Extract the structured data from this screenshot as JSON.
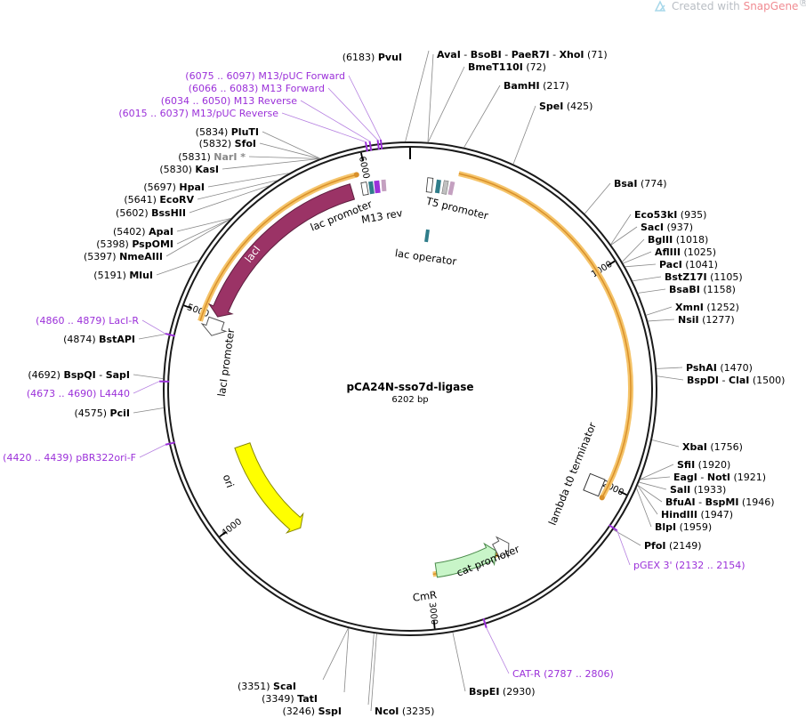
{
  "watermark": {
    "prefix": "Created with ",
    "brand": "SnapGene",
    "mark": "®",
    "icon": "snapgene-logo-icon"
  },
  "plasmid": {
    "name": "pCA24N-sso7d-ligase",
    "size_label": "6202 bp",
    "length": 6202
  },
  "ticks": [
    {
      "pos": 1000,
      "label": "1000"
    },
    {
      "pos": 2000,
      "label": "2000"
    },
    {
      "pos": 3000,
      "label": "3000"
    },
    {
      "pos": 4000,
      "label": "4000"
    },
    {
      "pos": 5000,
      "label": "5000"
    },
    {
      "pos": 6000,
      "label": "6000"
    }
  ],
  "sites_right": [
    {
      "names": [
        "AvaI",
        "BsoBI",
        "PaeR7I",
        "XhoI"
      ],
      "pos": "(71)",
      "bp": 71
    },
    {
      "names": [
        "BmeT110I"
      ],
      "pos": "(72)",
      "bp": 72
    },
    {
      "names": [
        "BamHI"
      ],
      "pos": "(217)",
      "bp": 217
    },
    {
      "names": [
        "SpeI"
      ],
      "pos": "(425)",
      "bp": 425
    },
    {
      "names": [
        "BsaI"
      ],
      "pos": "(774)",
      "bp": 774
    },
    {
      "names": [
        "Eco53kI"
      ],
      "pos": "(935)",
      "bp": 935
    },
    {
      "names": [
        "SacI"
      ],
      "pos": "(937)",
      "bp": 937
    },
    {
      "names": [
        "BglII"
      ],
      "pos": "(1018)",
      "bp": 1018
    },
    {
      "names": [
        "AflIII"
      ],
      "pos": "(1025)",
      "bp": 1025
    },
    {
      "names": [
        "PacI"
      ],
      "pos": "(1041)",
      "bp": 1041
    },
    {
      "names": [
        "BstZ17I"
      ],
      "pos": "(1105)",
      "bp": 1105
    },
    {
      "names": [
        "BsaBI"
      ],
      "pos": "(1158)",
      "bp": 1158
    },
    {
      "names": [
        "XmnI"
      ],
      "pos": "(1252)",
      "bp": 1252
    },
    {
      "names": [
        "NsiI"
      ],
      "pos": "(1277)",
      "bp": 1277
    },
    {
      "names": [
        "PshAI"
      ],
      "pos": "(1470)",
      "bp": 1470
    },
    {
      "names": [
        "BspDI",
        "ClaI"
      ],
      "pos": "(1500)",
      "bp": 1500
    },
    {
      "names": [
        "XbaI"
      ],
      "pos": "(1756)",
      "bp": 1756
    },
    {
      "names": [
        "SfiI"
      ],
      "pos": "(1920)",
      "bp": 1920
    },
    {
      "names": [
        "EagI",
        "NotI"
      ],
      "pos": "(1921)",
      "bp": 1921
    },
    {
      "names": [
        "SalI"
      ],
      "pos": "(1933)",
      "bp": 1933
    },
    {
      "names": [
        "BfuAI",
        "BspMI"
      ],
      "pos": "(1946)",
      "bp": 1946
    },
    {
      "names": [
        "HindIII"
      ],
      "pos": "(1947)",
      "bp": 1947
    },
    {
      "names": [
        "BlpI"
      ],
      "pos": "(1959)",
      "bp": 1959
    },
    {
      "names": [
        "PfoI"
      ],
      "pos": "(2149)",
      "bp": 2149
    },
    {
      "names": [
        "BspEI"
      ],
      "pos": "(2930)",
      "bp": 2930
    },
    {
      "names": [
        "NcoI"
      ],
      "pos": "(3235)",
      "bp": 3235
    }
  ],
  "sites_left": [
    {
      "names": [
        "PvuI"
      ],
      "pos": "(6183)",
      "bp": 6183
    },
    {
      "names": [
        "PluTI"
      ],
      "pos": "(5834)",
      "bp": 5834
    },
    {
      "names": [
        "SfoI"
      ],
      "pos": "(5832)",
      "bp": 5832
    },
    {
      "names": [
        "NarI *"
      ],
      "pos": "(5831)",
      "bp": 5831,
      "muted": true
    },
    {
      "names": [
        "KasI"
      ],
      "pos": "(5830)",
      "bp": 5830
    },
    {
      "names": [
        "HpaI"
      ],
      "pos": "(5697)",
      "bp": 5697
    },
    {
      "names": [
        "EcoRV"
      ],
      "pos": "(5641)",
      "bp": 5641
    },
    {
      "names": [
        "BssHII"
      ],
      "pos": "(5602)",
      "bp": 5602
    },
    {
      "names": [
        "ApaI"
      ],
      "pos": "(5402)",
      "bp": 5402
    },
    {
      "names": [
        "PspOMI"
      ],
      "pos": "(5398)",
      "bp": 5398
    },
    {
      "names": [
        "NmeAIII"
      ],
      "pos": "(5397)",
      "bp": 5397
    },
    {
      "names": [
        "MluI"
      ],
      "pos": "(5191)",
      "bp": 5191
    },
    {
      "names": [
        "BstAPI"
      ],
      "pos": "(4874)",
      "bp": 4874
    },
    {
      "names": [
        "BspQI",
        "SapI"
      ],
      "pos": "(4692)",
      "bp": 4692
    },
    {
      "names": [
        "PciI"
      ],
      "pos": "(4575)",
      "bp": 4575
    },
    {
      "names": [
        "ScaI"
      ],
      "pos": "(3351)",
      "bp": 3351
    },
    {
      "names": [
        "TatI"
      ],
      "pos": "(3349)",
      "bp": 3349
    },
    {
      "names": [
        "SspI"
      ],
      "pos": "(3246)",
      "bp": 3246
    }
  ],
  "primers": [
    {
      "range": "(6075 .. 6097)",
      "name": "M13/pUC Forward",
      "bp": 6086
    },
    {
      "range": "(6066 .. 6083)",
      "name": "M13 Forward",
      "bp": 6074
    },
    {
      "range": "(6034 .. 6050)",
      "name": "M13 Reverse",
      "bp": 6042
    },
    {
      "range": "(6015 .. 6037)",
      "name": "M13/pUC Reverse",
      "bp": 6026
    },
    {
      "range": "(4860 .. 4879)",
      "name": "LacI-R",
      "bp": 4870
    },
    {
      "range": "(4673 .. 4690)",
      "name": "L4440",
      "bp": 4681
    },
    {
      "range": "(4420 .. 4439)",
      "name": "pBR322ori-F",
      "bp": 4430
    },
    {
      "range": "(2132 .. 2154)",
      "name": "pGEX 3'",
      "bp": 2143
    },
    {
      "range": "(2787 .. 2806)",
      "name": "CAT-R",
      "bp": 2796
    }
  ],
  "features": [
    {
      "label": "lacI",
      "type": "cds",
      "color": "#9b3366",
      "start": 5920,
      "end": 5005,
      "direction": "reverse"
    },
    {
      "label": "ori",
      "type": "origin",
      "color": "#ffff00",
      "start": 4330,
      "end": 3760,
      "direction": "reverse"
    },
    {
      "label": "CmR",
      "type": "cds",
      "color": "#c8f5c8",
      "start": 2960,
      "end": 2620,
      "direction": "reverse"
    },
    {
      "label": "lacI promoter",
      "type": "promoter",
      "color": "#ffffff",
      "start": 4990,
      "end": 4910,
      "direction": "reverse"
    },
    {
      "label": "cat promoter",
      "type": "promoter",
      "color": "#ffffff",
      "start": 2620,
      "end": 2540,
      "direction": "reverse"
    },
    {
      "label": "lambda t0 terminator",
      "type": "terminator",
      "color": "#ffffff",
      "bp": 2000
    },
    {
      "label": "T5 promoter",
      "type": "promoter",
      "bp": 80
    },
    {
      "label": "lac promoter",
      "type": "promoter",
      "bp": 6120
    },
    {
      "label": "M13 rev",
      "type": "primer-bind",
      "bp": 6060
    },
    {
      "label": "lac operator",
      "type": "protein-bind",
      "color": "#2f7d8a",
      "bp": 150
    }
  ],
  "orange_arcs": [
    {
      "start": 220,
      "end": 2060,
      "direction": "forward"
    },
    {
      "start": 4960,
      "end": 5960,
      "direction": "forward"
    },
    {
      "start": 2980,
      "end": 2620,
      "direction": "reverse"
    }
  ],
  "colors": {
    "backbone": "#1a1a1a",
    "primer": "#9b30d9",
    "orange": "#f5a623",
    "lacI": "#9b3366",
    "ori": "#ffff00",
    "CmR": "#c8f5c8"
  }
}
